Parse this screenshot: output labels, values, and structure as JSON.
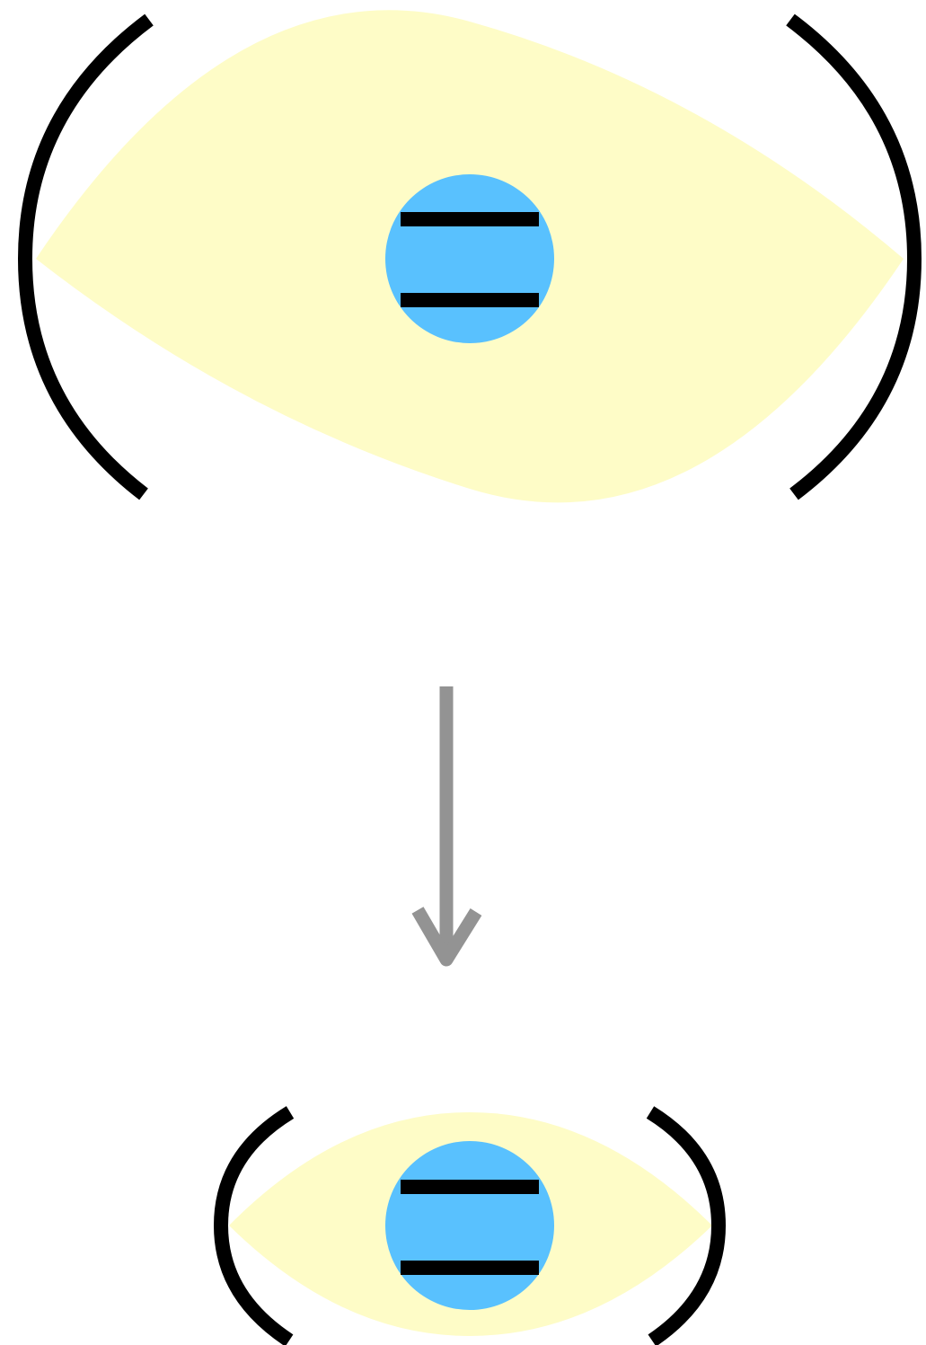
{
  "colors": {
    "background": "#ffffff",
    "lens_fill": "#fefcc7",
    "emitter_fill": "#59c1fe",
    "stroke": "#000000",
    "arrow": "#939393"
  },
  "figure": {
    "top_panel": {
      "mirrors": [
        "left-mirror",
        "right-mirror"
      ],
      "mode": "wide-mode-volume",
      "emitter": {
        "plates": 2
      }
    },
    "transition": {
      "icon": "arrow-down-icon"
    },
    "bottom_panel": {
      "mirrors": [
        "left-mirror",
        "right-mirror"
      ],
      "mode": "narrow-mode-volume",
      "emitter": {
        "plates": 2
      }
    }
  }
}
